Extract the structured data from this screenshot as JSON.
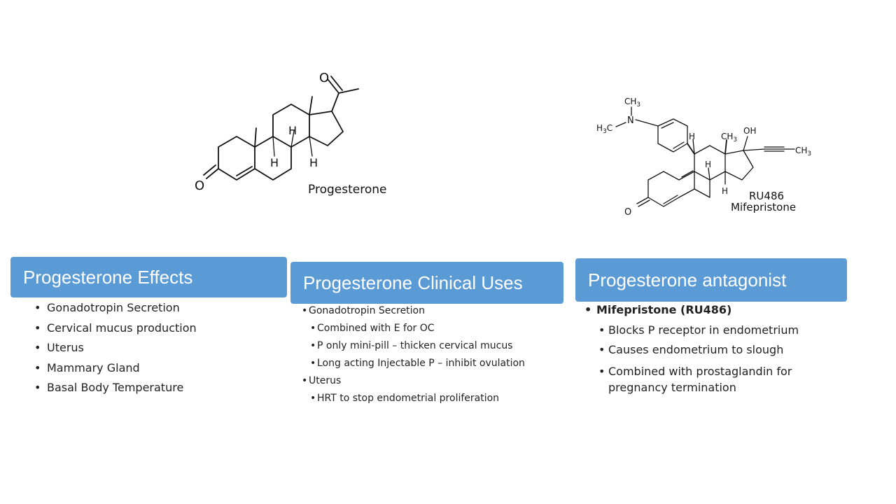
{
  "structures": {
    "progesterone": {
      "caption": "Progesterone",
      "atoms": {
        "oxygen": "O",
        "hydrogen": "H"
      }
    },
    "mifepristone": {
      "caption_line1": "RU486",
      "caption_line2": "Mifepristone",
      "atoms": {
        "nitrogen": "N",
        "methyl": "CH",
        "methyl_sub": "3",
        "methyl_left": "H",
        "methyl_left_sub": "3",
        "methyl_left_c": "C",
        "hydroxyl": "OH",
        "hydrogen": "H",
        "oxygen": "O"
      }
    }
  },
  "panels": {
    "effects": {
      "title": "Progesterone Effects",
      "items": [
        "Gonadotropin Secretion",
        "Cervical mucus production",
        "Uterus",
        "Mammary Gland",
        "Basal Body Temperature"
      ]
    },
    "clinical_uses": {
      "title": "Progesterone Clinical Uses",
      "items": [
        {
          "text": "Gonadotropin Secretion",
          "level": 1
        },
        {
          "text": "Combined with E for OC",
          "level": 2
        },
        {
          "text": "P only mini-pill – thicken cervical mucus",
          "level": 2
        },
        {
          "text": "Long acting Injectable P – inhibit ovulation",
          "level": 2
        },
        {
          "text": "Uterus",
          "level": 1
        },
        {
          "text": "HRT to stop endometrial proliferation",
          "level": 2
        }
      ]
    },
    "antagonist": {
      "title": "Progesterone antagonist",
      "items": [
        {
          "text": "Mifepristone (RU486)",
          "level": 1
        },
        {
          "text": "Blocks P receptor in endometrium",
          "level": 2
        },
        {
          "text": "Causes endometrium to slough",
          "level": 2
        },
        {
          "text": "Combined with prostaglandin for pregnancy termination",
          "level": 2
        }
      ]
    }
  },
  "colors": {
    "header_fill": "#5b9bd5",
    "header_text": "#ffffff",
    "body_text": "#222222"
  }
}
